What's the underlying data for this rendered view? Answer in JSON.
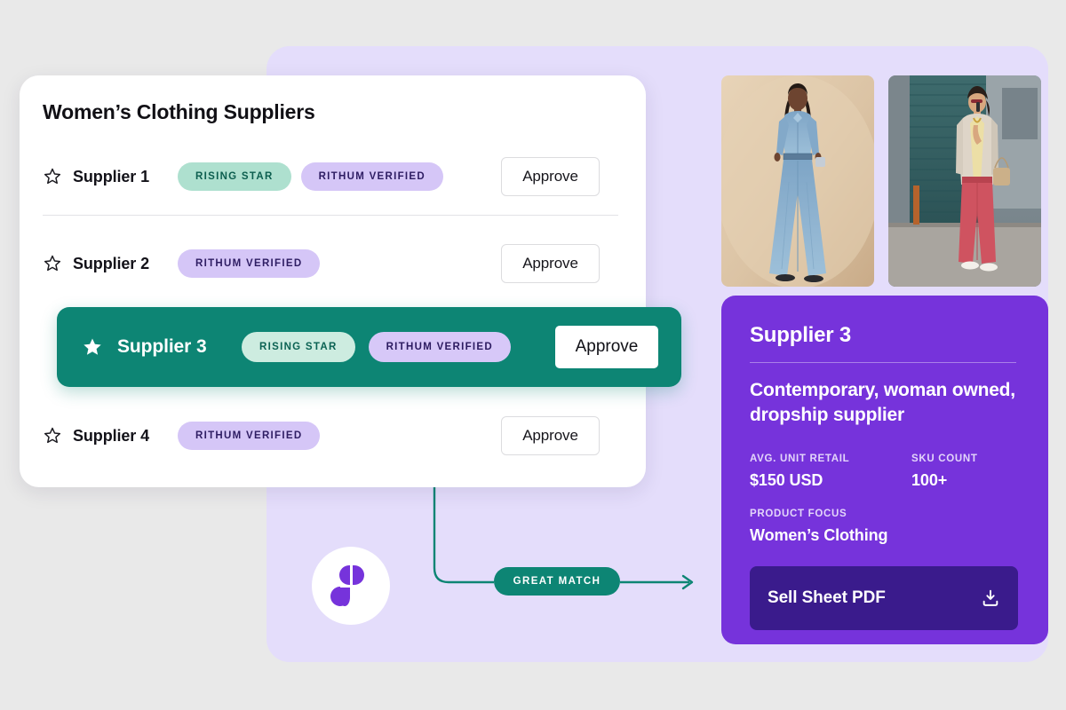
{
  "colors": {
    "background": "#e9e9e9",
    "panel_lavender": "#e4ddfb",
    "card_white": "#ffffff",
    "accent_green": "#0d8574",
    "accent_purple": "#7633db",
    "button_dark_purple": "#3a1b8c",
    "badge_rising_bg": "#aee0cf",
    "badge_verified_bg": "#d5c6f7"
  },
  "supplier_list": {
    "title": "Women’s Clothing Suppliers",
    "approve_label": "Approve",
    "rows": [
      {
        "name": "Supplier 1",
        "star": "star-outline-icon",
        "badges": [
          "RISING STAR",
          "RITHUM VERIFIED"
        ],
        "selected": false
      },
      {
        "name": "Supplier 2",
        "star": "star-outline-icon",
        "badges": [
          "RITHUM VERIFIED"
        ],
        "selected": false
      },
      {
        "name": "Supplier 3",
        "star": "star-filled-icon",
        "badges": [
          "RISING STAR",
          "RITHUM VERIFIED"
        ],
        "selected": true
      },
      {
        "name": "Supplier 4",
        "star": "star-outline-icon",
        "badges": [
          "RITHUM VERIFIED"
        ],
        "selected": false
      }
    ]
  },
  "connector": {
    "match_label": "GREAT MATCH",
    "arrow": "arrow-right-icon"
  },
  "logo": {
    "name": "rithum-logo"
  },
  "photos": [
    {
      "alt": "model-denim-jumpsuit"
    },
    {
      "alt": "model-street-style-red-trousers"
    }
  ],
  "detail_card": {
    "title": "Supplier 3",
    "description": "Contemporary, woman owned, dropship supplier",
    "stats": [
      {
        "label": "AVG. UNIT RETAIL",
        "value": "$150 USD"
      },
      {
        "label": "SKU COUNT",
        "value": "100+"
      },
      {
        "label": "PRODUCT FOCUS",
        "value": "Women’s Clothing"
      }
    ],
    "cta": {
      "label": "Sell Sheet PDF",
      "icon": "download-icon"
    }
  }
}
